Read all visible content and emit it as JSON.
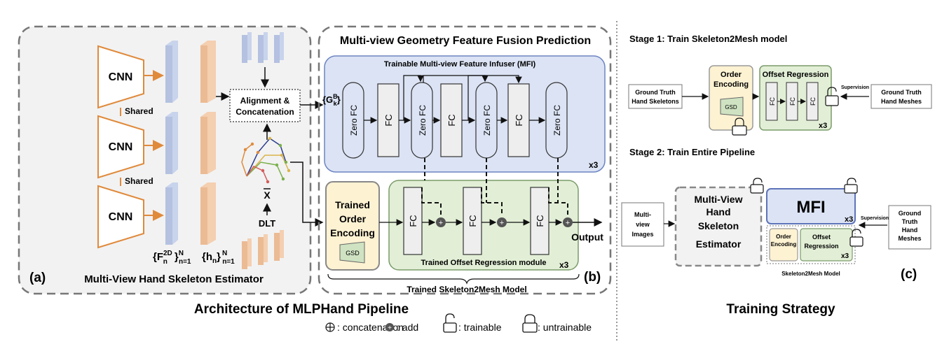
{
  "main_title": "Architecture of MLPHand Pipeline",
  "training_title": "Training Strategy",
  "legend": {
    "concat": ": concatenation",
    "add": ": add",
    "trainable": ": trainable",
    "untrainable": ": untrainable"
  },
  "panel_a": {
    "letter": "(a)",
    "title": "Multi-View Hand Skeleton Estimator",
    "cnn": [
      "CNN",
      "CNN",
      "CNN"
    ],
    "shared": [
      "Shared",
      "Shared"
    ],
    "alignment": [
      "Alignment &",
      "Concatenation"
    ],
    "dlt": "DLT",
    "xbar": "X",
    "feat_f": "{F",
    "feat_f_sup": "2D",
    "feat_f_sub": "n",
    "feat_range_sup": "N",
    "feat_range_sub": "n=1",
    "feat_h": "{h",
    "feat_h_sub": "n"
  },
  "panel_b": {
    "letter": "(b)",
    "title": "Multi-view Geometry Feature Fusion Prediction",
    "mfi_title": "Trainable Multi-view Feature Infuser (MFI)",
    "gk": "{G",
    "gk_sup": "B",
    "gk_sub": "k",
    "zero_fc": [
      "Zero FC",
      "Zero FC",
      "Zero FC",
      "Zero FC"
    ],
    "fc_top": [
      "FC",
      "FC",
      "FC"
    ],
    "x3_mfi": "x3",
    "order": [
      "Trained",
      "Order",
      "Encoding"
    ],
    "gsd": "GSD",
    "fc_bottom": [
      "FC",
      "FC",
      "FC"
    ],
    "offset_title": "Trained Offset Regression module",
    "x3_offset": "x3",
    "output": "Output",
    "model_label": "Trained Skeleton2Mesh Model"
  },
  "panel_c": {
    "letter": "(c)",
    "stage1": "Stage 1: Train Skeleton2Mesh model",
    "stage2": "Stage 2: Train Entire Pipeline",
    "gt_skeletons": [
      "Ground Truth",
      "Hand Skeletons"
    ],
    "order1": [
      "Order",
      "Encoding"
    ],
    "gsd": "GSD",
    "offset1": "Offset Regression",
    "fc": [
      "FC",
      "FC",
      "FC"
    ],
    "x3": "x3",
    "supervision": "Supervision",
    "gt_meshes": [
      "Ground Truth",
      "Hand Meshes"
    ],
    "multiview": [
      "Multi-",
      "view",
      "Images"
    ],
    "estimator": [
      "Multi-View",
      "Hand",
      "Skeleton",
      "Estimator"
    ],
    "mfi": "MFI",
    "x3_mfi": "x3",
    "order2": [
      "Order",
      "Encoding"
    ],
    "offset2": [
      "Offset",
      "Regression"
    ],
    "x3_offset": "x3",
    "s2m_label": "Skeleton2Mesh Model",
    "supervision2": "Supervision",
    "gt_meshes2": [
      "Ground",
      "Truth",
      "Hand",
      "Meshes"
    ]
  },
  "colors": {
    "cnn_orange": "#e08a3c",
    "mfi_blue": "#dbe3f4",
    "offset_green": "#e2efd6",
    "order_yellow": "#fdf2d2",
    "gsd_green": "#cfe3c2",
    "panel_gray": "#f2f2f2"
  }
}
